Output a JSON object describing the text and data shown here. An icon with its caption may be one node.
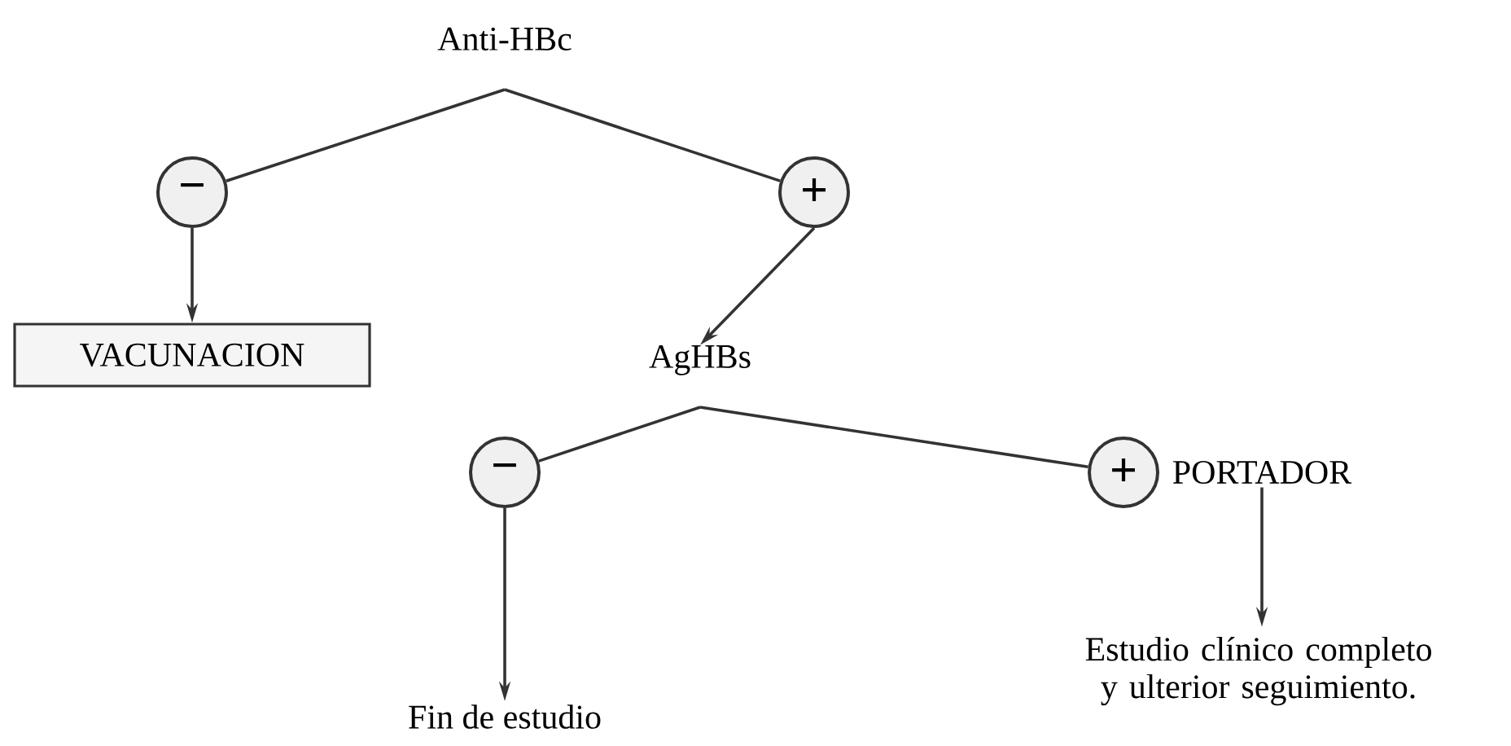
{
  "diagram": {
    "nodes": [
      {
        "text": [
          "Anti-HBc"
        ]
      },
      {
        "text": [
          "−"
        ]
      },
      {
        "text": [
          "+"
        ]
      },
      {
        "text": [
          "VACUNACION"
        ]
      },
      {
        "text": [
          "AgHBs"
        ]
      },
      {
        "text": [
          "−"
        ]
      },
      {
        "text": [
          "+"
        ]
      },
      {
        "text": [
          "PORTADOR"
        ]
      },
      {
        "text": [
          "Fin de estudio"
        ]
      },
      {
        "text": [
          "Estudio clínico completo y ulterior seguimiento."
        ]
      }
    ],
    "edges": [
      {
        "from": 0,
        "to": 1,
        "arrow": "none"
      },
      {
        "from": 0,
        "to": 2,
        "arrow": "none"
      },
      {
        "from": 1,
        "to": 3,
        "arrow": "to"
      },
      {
        "from": 2,
        "to": 4,
        "arrow": "to"
      },
      {
        "from": 4,
        "to": 5,
        "arrow": "none"
      },
      {
        "from": 4,
        "to": 6,
        "arrow": "none"
      },
      {
        "from": 5,
        "to": 8,
        "arrow": "to"
      },
      {
        "from": 7,
        "to": 9,
        "arrow": "to"
      }
    ]
  }
}
